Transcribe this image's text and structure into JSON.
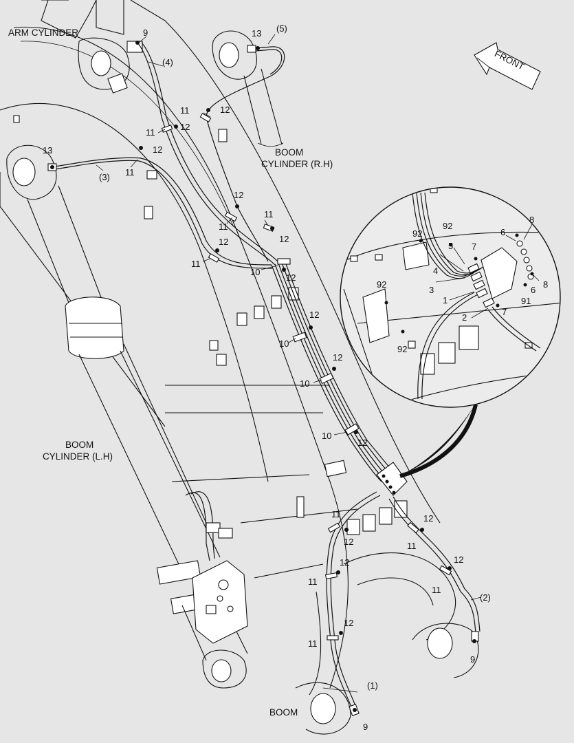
{
  "labels": {
    "arm_cylinder": "ARM CYLINDER",
    "boom_cylinder_rh_1": "BOOM",
    "boom_cylinder_rh_2": "CYLINDER (R.H)",
    "boom_cylinder_lh_1": "BOOM",
    "boom_cylinder_lh_2": "CYLINDER (L.H)",
    "boom": "BOOM",
    "front": "FRONT"
  },
  "callouts": {
    "n1": "(1)",
    "n2": "(2)",
    "n3": "(3)",
    "n4": "(4)",
    "n5": "(5)",
    "p9": "9",
    "p10": "10",
    "p11": "11",
    "p12": "12",
    "p13": "13"
  },
  "detail": {
    "p1": "1",
    "p2": "2",
    "p3": "3",
    "p4": "4",
    "p5": "5",
    "p6": "6",
    "p7": "7",
    "p8": "8",
    "p91": "91",
    "p92": "92"
  }
}
